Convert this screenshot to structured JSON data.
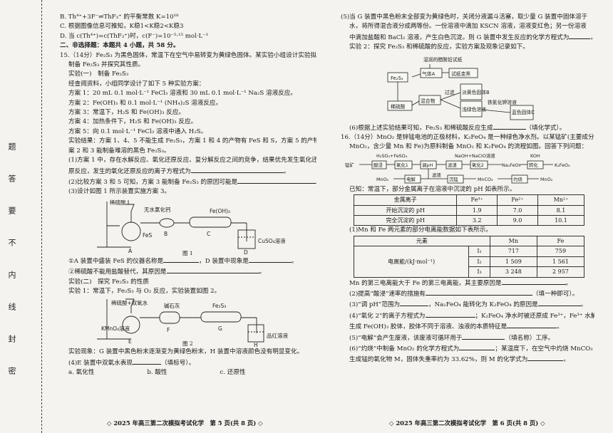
{
  "margin": {
    "chars": [
      "题",
      "答",
      "要",
      "不",
      "内",
      "线",
      "封",
      "密"
    ]
  },
  "left": {
    "lines": [
      "B. Th⁴⁺+3F⁻⇌ThF₃⁺ 的平衡常数 K=10¹⁸",
      "C. 根据图像信息可推知，K稳1<K稳2<K稳3",
      "D. 当 c(Th⁴⁺)=c(ThF₃⁺)时，c(F⁻)=10⁻⁵·¹⁵ mol·L⁻¹",
      "二、非选择题：本题共 4 小题，共 58 分。",
      "15.（14分）Fe₂S₃ 为黑色固体，常温下在空气中易转变为黄绿色固体。某实验小组设计实验拟",
      "制备 Fe₂S₃ 并探究其性质。",
      "实验(一)　制备 Fe₂S₃",
      "经查阅资料，小组同学设计了如下 5 种实验方案：",
      "方案 1：20 mL 0.1 mol·L⁻¹ FeCl₃ 溶液和 30 mL 0.1 mol·L⁻¹ Na₂S 溶液反应。",
      "方案 2：Fe(OH)₃ 和 0.1 mol·L⁻¹ (NH₄)₂S 溶液反应。",
      "方案 3：常温下，H₂S 和 Fe(OH)₃ 反应。",
      "方案 4：加热条件下，H₂S 和 Fe(OH)₃ 反应。",
      "方案 5：向 0.1 mol·L⁻¹ FeCl₃ 溶液中通入 H₂S。",
      "实验结果：方案 1、4、5 不能生成 Fe₂S₃，方案 1 和 4 的产物有 FeS 和 S，方案 5 的产物有 S，方",
      "案 2 和 3 能制备难溶的黑色 Fe₂S₃。",
      "(1)方案 1 中，存在水解反应、氧化还原反应、复分解反应之间的竞争，结果优先发生氧化还",
      "原反应，发生的氧化还原反应的离子方程式为",
      "(2)比较方案 3 和 5 可知，方案 3 能制备 Fe₂S₃ 的原因可能是",
      "(3)设计如图 1 所示装置实施方案 3。"
    ],
    "fig1": {
      "labels": {
        "acid": "稀硫酸",
        "cacl2": "无水氯化钙",
        "feoh3": "Fe(OH)₃",
        "fes": "FeS",
        "cuso4": "CuSO₄溶液",
        "A": "A",
        "B": "B",
        "C": "C",
        "D": "D"
      },
      "caption": "图 1"
    },
    "q3": [
      "①A 装置中盛装 FeS 的仪器名称是",
      "，D 装置中现象是",
      "②稀硫酸不能用盐酸替代，其原因是"
    ],
    "exp2": [
      "实验(二)　探究 Fe₂S₃ 的性质",
      "实验 1：常温下，Fe₂S₃ 与 O₂ 反应，实验装置如图 2。"
    ],
    "fig2": {
      "labels": {
        "h2o2": "稀硫酸+双氧水",
        "soda": "碱石灰",
        "fe2s3": "Fe₂S₃",
        "kmno4": "KMnO₄溶液",
        "pinred": "品红溶液",
        "E": "E",
        "F": "F",
        "G": "G",
        "H": "H"
      },
      "caption": "图 2"
    },
    "tail": [
      "实验现象：G 装置中黑色粉末逐渐变为黄绿色粉末，H 装置中溶液颜色没有明显变化。",
      "(4)E 装置中双氧水表现",
      "（填标号）。"
    ],
    "options": [
      "a. 氧化性",
      "b. 酸性",
      "c. 还原性"
    ],
    "footer": "◇ 2025 年高三第二次模拟考试化学　第 5 页(共 8 页) ◇"
  },
  "right": {
    "lines": [
      "(5)当 G 装置中黑色粉末全部变为黄绿色时，关闭分液漏斗活塞，取少量 G 装置中固体溶于",
      "水，将所得混合液分成两等份。一份溶液中滴加 KSCN 溶液，溶液变红色；另一份溶液",
      "中滴加盐酸和 BaCl₂ 溶液，产生白色沉淀。则 G 装置中发生反应的化学方程式为",
      "实验 2：探究 Fe₂S₃ 和稀硫酸的反应，实验方案及现象记录如下。"
    ],
    "flow1": {
      "fe2s3": "Fe₂S₃",
      "acid": "稀硫酸",
      "gas": "气体A",
      "wet": "湿润的醋酸铅试纸",
      "turn": "试纸变黑",
      "mix": "混合物",
      "filter": "过滤",
      "yellow": "淡黄色固体B",
      "filtrate": "浅绿色溶液",
      "kfe": "铁氰化钾溶液",
      "blue": "蓝色固体C"
    },
    "q6": [
      "(6)根据上述实验结果可知，Fe₂S₃ 和稀硫酸反应生成",
      "（填化学式）。"
    ],
    "q16": [
      "16.（14分）MnO₂ 是锌锰电池的正极材料，K₂FeO₄ 是一种绿色净水剂。以某锰矿(主要成分是",
      "MnO₂，含少量 Mn 和 Fe)为原料制备 MnO₂ 和 K₂FeO₄ 的流程如图。回答下列问题："
    ],
    "flow2": {
      "top": [
        "H₂SO₄+FeSO₄",
        "NaOH+NaClO溶液",
        "KOH"
      ],
      "boxes": [
        "酸浸",
        "氧化1",
        "调pH",
        "滤渣",
        "氧化2",
        "转化"
      ],
      "ore": "锰矿",
      "na2feo4": "Na₂FeO₄",
      "k2feo4": "K₂FeO₄",
      "bottom": [
        "MnO₂",
        "电解",
        "滤液",
        "沉锰",
        "MnCO₃",
        "灼烧",
        "MnO₂"
      ]
    },
    "ph_intro": "已知：常温下，部分金属离子在溶液中沉淀的 pH 如表所示。",
    "ph_table": {
      "headers": [
        "金属离子",
        "Fe³⁺",
        "Fe²⁺",
        "Mn²⁺"
      ],
      "rows": [
        [
          "开始沉淀的 pH",
          "1.9",
          "7.0",
          "8.1"
        ],
        [
          "完全沉淀的 pH",
          "3.2",
          "9.0",
          "10.1"
        ]
      ]
    },
    "q1": "(1)Mn 和 Fe 两元素的部分电离能数据如下表所示。",
    "ie_table": {
      "headers": [
        "元素",
        "",
        "Mn",
        "Fe"
      ],
      "rowlabel": "电离能/(kJ·mol⁻¹)",
      "rows": [
        [
          "I₁",
          "717",
          "759"
        ],
        [
          "I₂",
          "1 509",
          "1 561"
        ],
        [
          "I₃",
          "3 248",
          "2 957"
        ]
      ]
    },
    "after": [
      "Mn 的第三电离能大于 Fe 的第三电离能，其主要原因是",
      "(2)提高“酸浸”速率的措施有",
      "（填一种即可）。",
      "(3)“调 pH”范围为",
      "，Na₂FeO₄ 能转化为 K₂FeO₄ 的原因是",
      "(4)“氧化 2”的离子方程式为",
      "；K₂FeO₄ 净水时被还原成 Fe³⁺，Fe³⁺ 水解",
      "生成 Fe(OH)₃ 胶体，胶体不同于溶液、浊液的本质特征是",
      "(5)“电解”会产生废液，该废液可循环用于",
      "（填名称）工序。",
      "(6)“灼烧”中制备 MnO₂ 的化学方程式为",
      "；某温度下，在空气中灼烧 MnCO₃",
      "生成锰的氧化物 M，固体失重率约为 33.62%，则 M 的化学式为"
    ],
    "footer": "◇ 2025 年高三第二次模拟考试化学　第 6 页(共 8 页) ◇"
  }
}
